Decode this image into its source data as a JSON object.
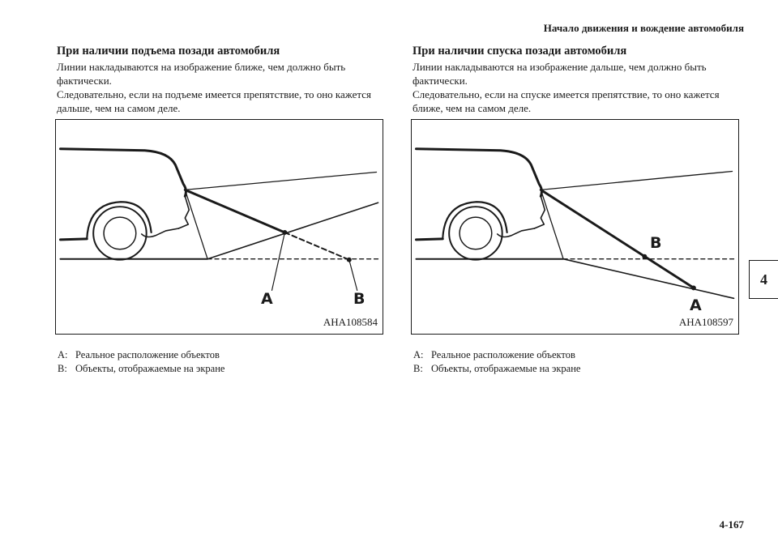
{
  "header": {
    "chapter_title": "Начало движения и вождение автомобиля"
  },
  "left": {
    "title": "При наличии подъема позади автомобиля",
    "para1": "Линии накладываются на изображение ближе, чем должно быть фактически.",
    "para2": "Следовательно, если на подъеме имеется препятствие, то оно кажется дальше, чем на самом деле.",
    "figure": {
      "code": "AHA108584",
      "label_a": "A",
      "label_b": "B"
    },
    "legend": [
      {
        "key": "A:",
        "text": "Реальное расположение объектов"
      },
      {
        "key": "B:",
        "text": "Объекты, отображаемые на экране"
      }
    ]
  },
  "right": {
    "title": "При наличии спуска позади автомобиля",
    "para1": "Линии накладываются на изображение дальше, чем должно быть фактически.",
    "para2": "Следовательно, если на спуске имеется препятствие, то оно кажется ближе, чем на самом деле.",
    "figure": {
      "code": "AHA108597",
      "label_a": "A",
      "label_b": "B"
    },
    "legend": [
      {
        "key": "A:",
        "text": "Реальное расположение объектов"
      },
      {
        "key": "B:",
        "text": "Объекты, отображаемые на экране"
      }
    ]
  },
  "chapter_tab": "4",
  "page_number": "4-167"
}
